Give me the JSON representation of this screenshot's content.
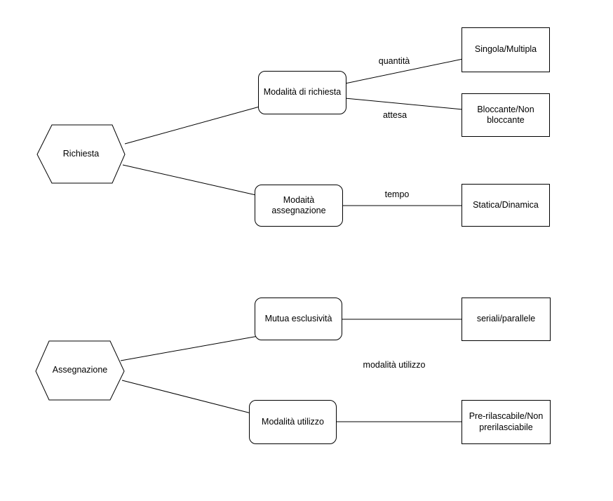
{
  "colors": {
    "background": "#ffffff",
    "stroke": "#000000",
    "text": "#000000"
  },
  "nodes": {
    "richiesta": {
      "label": "Richiesta",
      "shape": "hexagon"
    },
    "assegnazione": {
      "label": "Assegnazione",
      "shape": "hexagon"
    },
    "modalita_di_richiesta": {
      "label": "Modalità di richiesta",
      "shape": "rounded-rect"
    },
    "modaita_assegnazione": {
      "label": "Modaità assegnazione",
      "shape": "rounded-rect"
    },
    "mutua_esclusivita": {
      "label": "Mutua esclusività",
      "shape": "rounded-rect"
    },
    "modalita_utilizzo": {
      "label": "Modalità utilizzo",
      "shape": "rounded-rect"
    },
    "singola_multipla": {
      "label": "Singola/Multipla",
      "shape": "rect"
    },
    "bloccante_non_bloccante": {
      "label": "Bloccante/Non bloccante",
      "shape": "rect"
    },
    "statica_dinamica": {
      "label": "Statica/Dinamica",
      "shape": "rect"
    },
    "seriali_parallele": {
      "label": "seriali/parallele",
      "shape": "rect"
    },
    "pre_rilascabile": {
      "label": "Pre-rilascabile/Non prerilasciabile",
      "shape": "rect"
    }
  },
  "edges": [
    {
      "from": "richiesta",
      "to": "modalita_di_richiesta",
      "label": ""
    },
    {
      "from": "richiesta",
      "to": "modaita_assegnazione",
      "label": ""
    },
    {
      "from": "modalita_di_richiesta",
      "to": "singola_multipla",
      "label": "quantità"
    },
    {
      "from": "modalita_di_richiesta",
      "to": "bloccante_non_bloccante",
      "label": "attesa"
    },
    {
      "from": "modaita_assegnazione",
      "to": "statica_dinamica",
      "label": "tempo"
    },
    {
      "from": "assegnazione",
      "to": "mutua_esclusivita",
      "label": ""
    },
    {
      "from": "assegnazione",
      "to": "modalita_utilizzo",
      "label": ""
    },
    {
      "from": "mutua_esclusivita",
      "to": "seriali_parallele",
      "label": "modalità utilizzo"
    },
    {
      "from": "modalita_utilizzo",
      "to": "pre_rilascabile",
      "label": ""
    }
  ]
}
